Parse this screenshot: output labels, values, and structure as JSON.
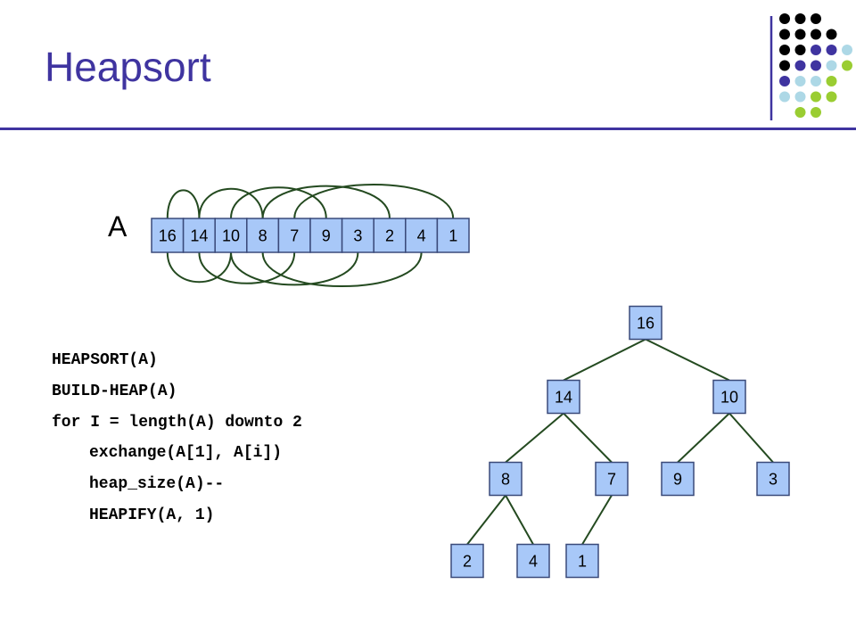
{
  "slide": {
    "title": "Heapsort",
    "array_label": "A"
  },
  "array": {
    "values": [
      "16",
      "14",
      "10",
      "8",
      "7",
      "9",
      "3",
      "2",
      "4",
      "1"
    ]
  },
  "code": {
    "lines": [
      {
        "text": "HEAPSORT(A)",
        "indent": false
      },
      {
        "text": "BUILD-HEAP(A)",
        "indent": false
      },
      {
        "text": "for I = length(A) downto 2",
        "indent": false
      },
      {
        "text": "exchange(A[1], A[i])",
        "indent": true
      },
      {
        "text": "heap_size(A)--",
        "indent": true
      },
      {
        "text": "HEAPIFY(A, 1)",
        "indent": true
      }
    ]
  },
  "tree": {
    "nodes": [
      "16",
      "14",
      "10",
      "8",
      "7",
      "9",
      "3",
      "2",
      "4",
      "1"
    ],
    "edges": [
      [
        0,
        1
      ],
      [
        0,
        2
      ],
      [
        1,
        3
      ],
      [
        1,
        4
      ],
      [
        2,
        5
      ],
      [
        2,
        6
      ],
      [
        3,
        7
      ],
      [
        3,
        8
      ],
      [
        4,
        9
      ]
    ]
  },
  "colors": {
    "title": "#3f34a0",
    "cell_fill": "#a8c8f8",
    "cell_border": "#3a4a7a",
    "connector": "#244a20",
    "dot_palette": [
      "#000000",
      "#3f34a0",
      "#add8e6",
      "#9acd32"
    ]
  }
}
